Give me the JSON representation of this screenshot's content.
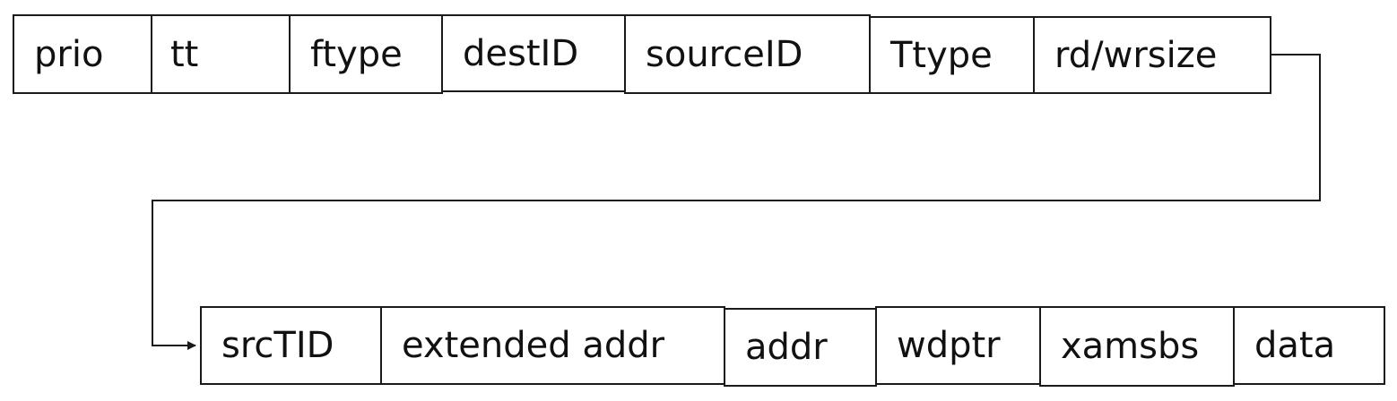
{
  "row1": {
    "fields": [
      "prio",
      "tt",
      "ftype",
      "destID",
      "sourceID",
      "Ttype",
      "rd/wrsize"
    ]
  },
  "row2": {
    "fields": [
      "srcTID",
      "extended addr",
      "addr",
      "wdptr",
      "xamsbs",
      "data"
    ]
  }
}
